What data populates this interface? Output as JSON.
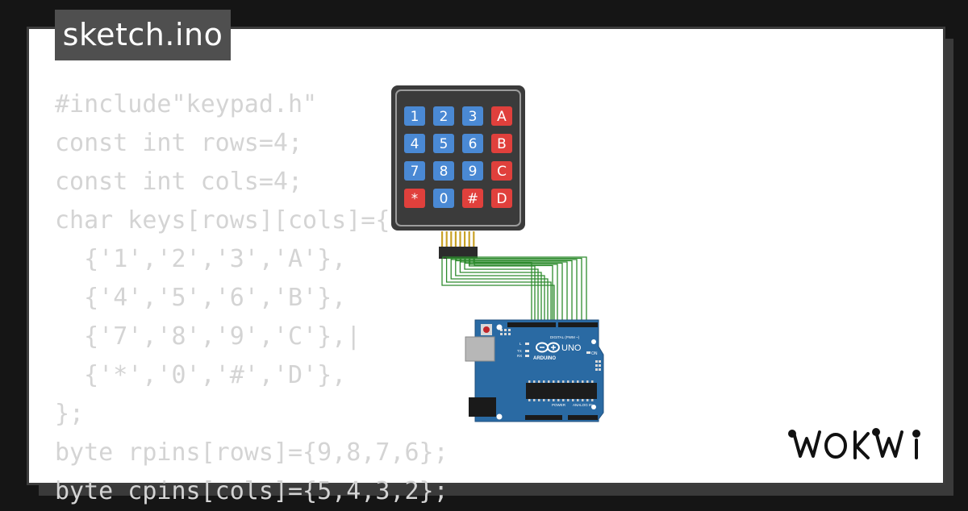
{
  "file_tab": {
    "title": "sketch.ino"
  },
  "code": {
    "lines": [
      "#include\"keypad.h\"",
      "const int rows=4;",
      "const int cols=4;",
      "char keys[rows][cols]={",
      "  {'1','2','3','A'},",
      "  {'4','5','6','B'},",
      "  {'7','8','9','C'},|",
      "  {'*','0','#','D'},",
      "};",
      "byte rpins[rows]={9,8,7,6};",
      "byte cpins[cols]={5,4,3,2};"
    ]
  },
  "keypad": {
    "rows": [
      [
        "1",
        "2",
        "3",
        "A"
      ],
      [
        "4",
        "5",
        "6",
        "B"
      ],
      [
        "7",
        "8",
        "9",
        "C"
      ],
      [
        "*",
        "0",
        "#",
        "D"
      ]
    ],
    "colors": {
      "digit": "#4a89d4",
      "letter": "#e0403c",
      "body": "#3b3b3b",
      "frame": "#9c9c9c"
    }
  },
  "arduino": {
    "logo_text": "ARDUINO",
    "model": "UNO",
    "on_label": "ON",
    "tx_label": "TX",
    "rx_label": "RX",
    "l_label": "L",
    "digital_label": "DIGITAL (PWM ~)",
    "power_label": "POWER",
    "analog_label": "ANALOG IN",
    "colors": {
      "board": "#2a6aa3",
      "wire": "#2e8b2e"
    }
  },
  "brand": {
    "name": "WOKWi"
  }
}
